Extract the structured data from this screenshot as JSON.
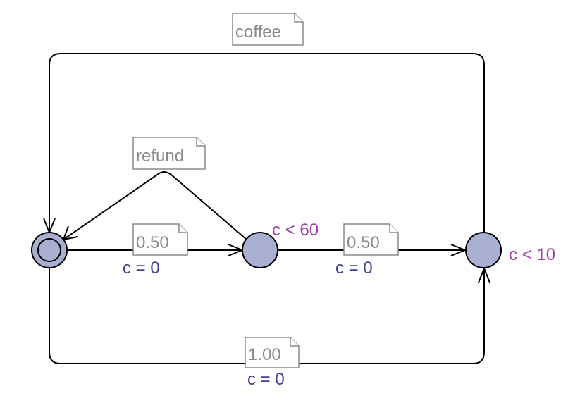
{
  "diagram": {
    "colors": {
      "node_fill": "#a8afd0",
      "edge": "#000000",
      "label_gray": "#8a8a8a",
      "invariant": "#a040a8",
      "update": "#3f3f96"
    },
    "locations": [
      {
        "id": "start",
        "initial": true,
        "invariant": ""
      },
      {
        "id": "wait",
        "initial": false,
        "invariant": "c < 60"
      },
      {
        "id": "brew",
        "initial": false,
        "invariant": "c < 10"
      }
    ],
    "edges": [
      {
        "id": "coffee",
        "label": "coffee",
        "update": ""
      },
      {
        "id": "refund",
        "label": "refund",
        "update": ""
      },
      {
        "id": "insert_050_a",
        "label": "0.50",
        "update": "c = 0"
      },
      {
        "id": "insert_050_b",
        "label": "0.50",
        "update": "c = 0"
      },
      {
        "id": "insert_100",
        "label": "1.00",
        "update": "c = 0"
      }
    ]
  }
}
